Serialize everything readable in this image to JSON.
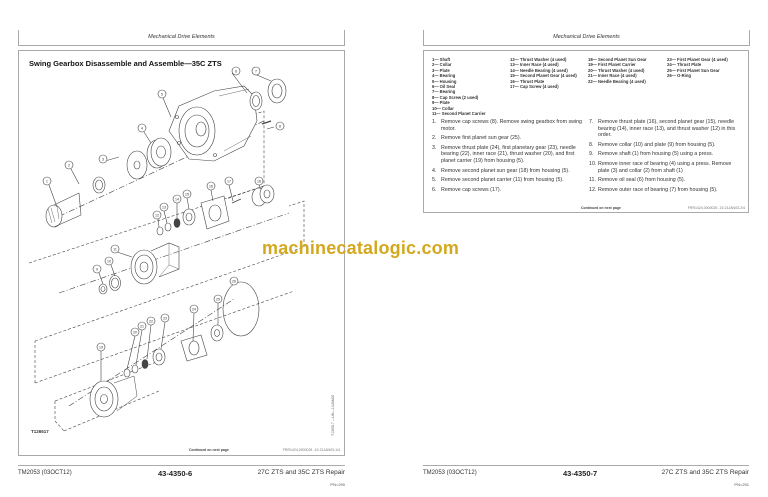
{
  "left_page": {
    "header": "Mechanical Drive Elements",
    "title": "Swing Gearbox Disassemble and Assemble—35C ZTS",
    "figure_id": "T126517",
    "figure_vertical_ref": "T126517 —UN—14JAN00",
    "continued": "Continued on next page",
    "ref_code": "FRR1424,0000025 -19-21JAN03-1/4",
    "callouts": [
      "1",
      "2",
      "3",
      "4",
      "5",
      "6",
      "7",
      "8",
      "9",
      "10",
      "11",
      "12",
      "13",
      "14",
      "15",
      "16",
      "17",
      "18",
      "19",
      "20",
      "21",
      "22",
      "23",
      "24",
      "25",
      "26"
    ],
    "footer": {
      "manual": "TM2053 (03OCT12)",
      "page_number": "43-4350-6",
      "section": "27C ZTS and 35C ZTS Repair",
      "pn": "PN=290"
    }
  },
  "right_page": {
    "header": "Mechanical Drive Elements",
    "legend": {
      "col1": [
        "1— Shaft",
        "2— Collar",
        "3— Plate",
        "4— Bearing",
        "5— Housing",
        "6— Oil Seal",
        "7— Bearing",
        "8— Cap Screw (2 used)",
        "9— Plate",
        "10— Collar",
        "11— Second Planet Carrier"
      ],
      "col2": [
        "12— Thrust Washer (4 used)",
        "13— Inner Race (4 used)",
        "14— Needle Bearing (4 used)",
        "15— Second Planet Gear (4 used)",
        "16— Thrust Plate",
        "17— Cap Screw (4 used)"
      ],
      "col3": [
        "18— Second Planet Sun Gear",
        "19— First Planet Carrier",
        "20— Thrust Washer (4 used)",
        "21— Inner Race (4 used)",
        "22— Needle Bearing (4 used)"
      ],
      "col4": [
        "23— First Planet Gear (4 used)",
        "24— Thrust Plate",
        "25— First Planet Sun Gear",
        "26— O-Ring"
      ]
    },
    "steps_left": [
      {
        "num": "1.",
        "text": "Remove cap screws (8). Remove swing gearbox from swing motor."
      },
      {
        "num": "2.",
        "text": "Remove first planet sun gear (25)."
      },
      {
        "num": "3.",
        "text": "Remove thrust plate (24), first planetary gear (23), needle bearing (22), inner race (21), thrust washer (20), and first planet carrier (19) from housing (5)."
      },
      {
        "num": "4.",
        "text": "Remove second planet sun gear (18) from housing (5)."
      },
      {
        "num": "5.",
        "text": "Remove second planet carrier (11) from housing (5)."
      },
      {
        "num": "6.",
        "text": "Remove cap screws (17)."
      }
    ],
    "steps_right": [
      {
        "num": "7.",
        "text": "Remove thrust plate (16), second planet gear (15), needle bearing (14), inner race (13), and thrust washer (12) in this order."
      },
      {
        "num": "8.",
        "text": "Remove collar (10) and plate (9) from housing (5)."
      },
      {
        "num": "9.",
        "text": "Remove shaft (1) from housing (5) using a press."
      },
      {
        "num": "10.",
        "text": "Remove inner race of bearing (4) using a press. Remove plate (3) and collar (2) from shaft (1)"
      },
      {
        "num": "11.",
        "text": "Remove oil seal (6) from housing (5)."
      },
      {
        "num": "12.",
        "text": "Remove outer race of bearing (7) from housing (5)."
      }
    ],
    "continued": "Continued on next page",
    "ref_code": "FRR1424,0000025 -19-21JAN03-2/4",
    "footer": {
      "manual": "TM2053 (03OCT12)",
      "page_number": "43-4350-7",
      "section": "27C ZTS and 35C ZTS Repair",
      "pn": "PN=291"
    }
  },
  "watermark": "machinecatalogic.com",
  "colors": {
    "watermark": "#d4a81e",
    "border": "#aaaaaa"
  }
}
